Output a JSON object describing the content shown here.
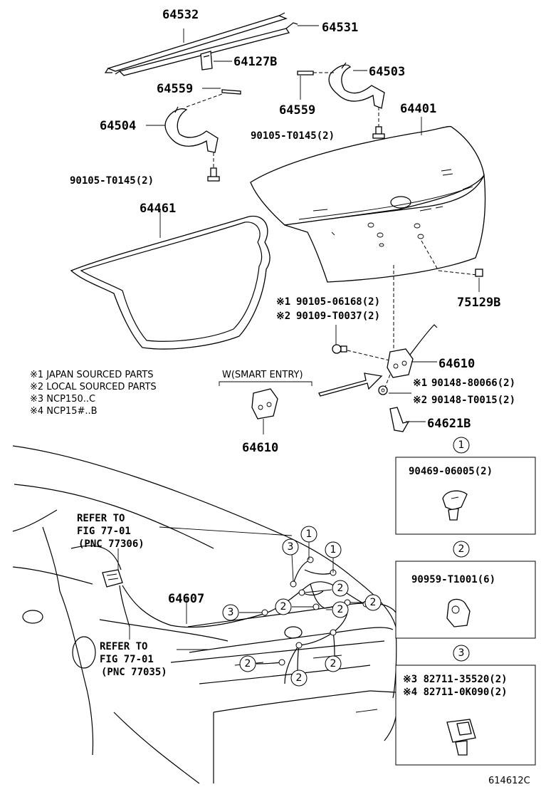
{
  "parts": {
    "p64532": "64532",
    "p64531": "64531",
    "p64127b": "64127B",
    "p64503": "64503",
    "p64559a": "64559",
    "p64559b": "64559",
    "p64504": "64504",
    "p64401": "64401",
    "bolt_right": "90105-T0145(2)",
    "bolt_left": "90105-T0145(2)",
    "p64461": "64461",
    "p75129b": "75129B",
    "p64610": "64610",
    "p64610_smart": "64610",
    "p64621b": "64621B",
    "p64607": "64607"
  },
  "callouts": {
    "screw_row1_mark": "※1",
    "screw_row1_pn": "90105-06168(2)",
    "screw_row2_mark": "※2",
    "screw_row2_pn": "90109-T0037(2)",
    "nut_row1_mark": "※1",
    "nut_row1_pn": "90148-80066(2)",
    "nut_row2_mark": "※2",
    "nut_row2_pn": "90148-T0015(2)"
  },
  "notes": [
    "※1 JAPAN SOURCED PARTS",
    "※2 LOCAL SOURCED PARTS",
    "※3 NCP150..C",
    "※4 NCP15#..B"
  ],
  "smart_entry_label": "W(SMART ENTRY)",
  "refer_upper": [
    "REFER TO",
    "FIG 77-01",
    "(PNC 77306)"
  ],
  "refer_lower": [
    "REFER TO",
    "FIG 77-01",
    "(PNC 77035)"
  ],
  "clip_boxes": [
    {
      "num": "1",
      "lines": [
        "90469-06005(2)"
      ]
    },
    {
      "num": "2",
      "lines": [
        "90959-T1001(6)"
      ]
    },
    {
      "num": "3",
      "lines": [
        "※3 82711-35520(2)",
        "※4 82711-0K090(2)"
      ]
    }
  ],
  "harness_circles": [
    "1",
    "1",
    "3",
    "2",
    "2",
    "2",
    "3",
    "2",
    "2",
    "2",
    "2"
  ],
  "figure_id": "614612C"
}
